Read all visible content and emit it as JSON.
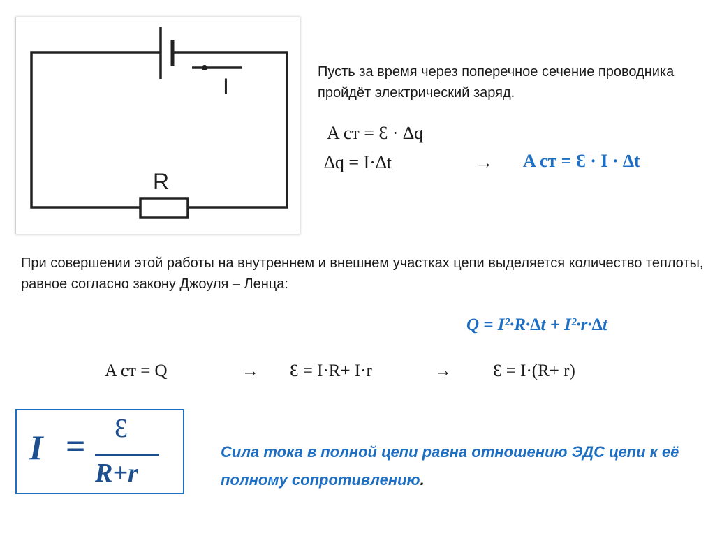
{
  "circuit": {
    "current_label": "I",
    "resistor_label": "R"
  },
  "intro_text": "Пусть за время  через поперечное сечение проводника пройдёт электрический заряд.",
  "eq1": {
    "text": "A cт = Ɛ · ∆q"
  },
  "eq2": {
    "text": "∆q = I·∆t"
  },
  "arrow": "→",
  "eq3": {
    "text": "A cт = Ɛ · I · ∆t"
  },
  "joule_text": "При совершении этой работы на внутреннем и внешнем участках цепи выделяется количество теплоты, равное согласно закону Джоуля – Ленца:",
  "eq_heat": {
    "text": "Q = I²·R·∆t + I²·r·∆t"
  },
  "bottom": {
    "a": "A cт = Q",
    "arrow1": "→",
    "b": "Ɛ = I·R+ I·r",
    "arrow2": "→",
    "c": "Ɛ = I·(R+ r)"
  },
  "formula": {
    "lhs": "I",
    "eq": "=",
    "numerator": "Ɛ",
    "denominator": "R+r"
  },
  "conclusion": {
    "text": "Сила тока в полной цепи равна отношению ЭДС цепи к её полному сопротивлению",
    "end": "."
  },
  "colors": {
    "accent": "#1d6fc4",
    "formula": "#1d4f8f"
  }
}
